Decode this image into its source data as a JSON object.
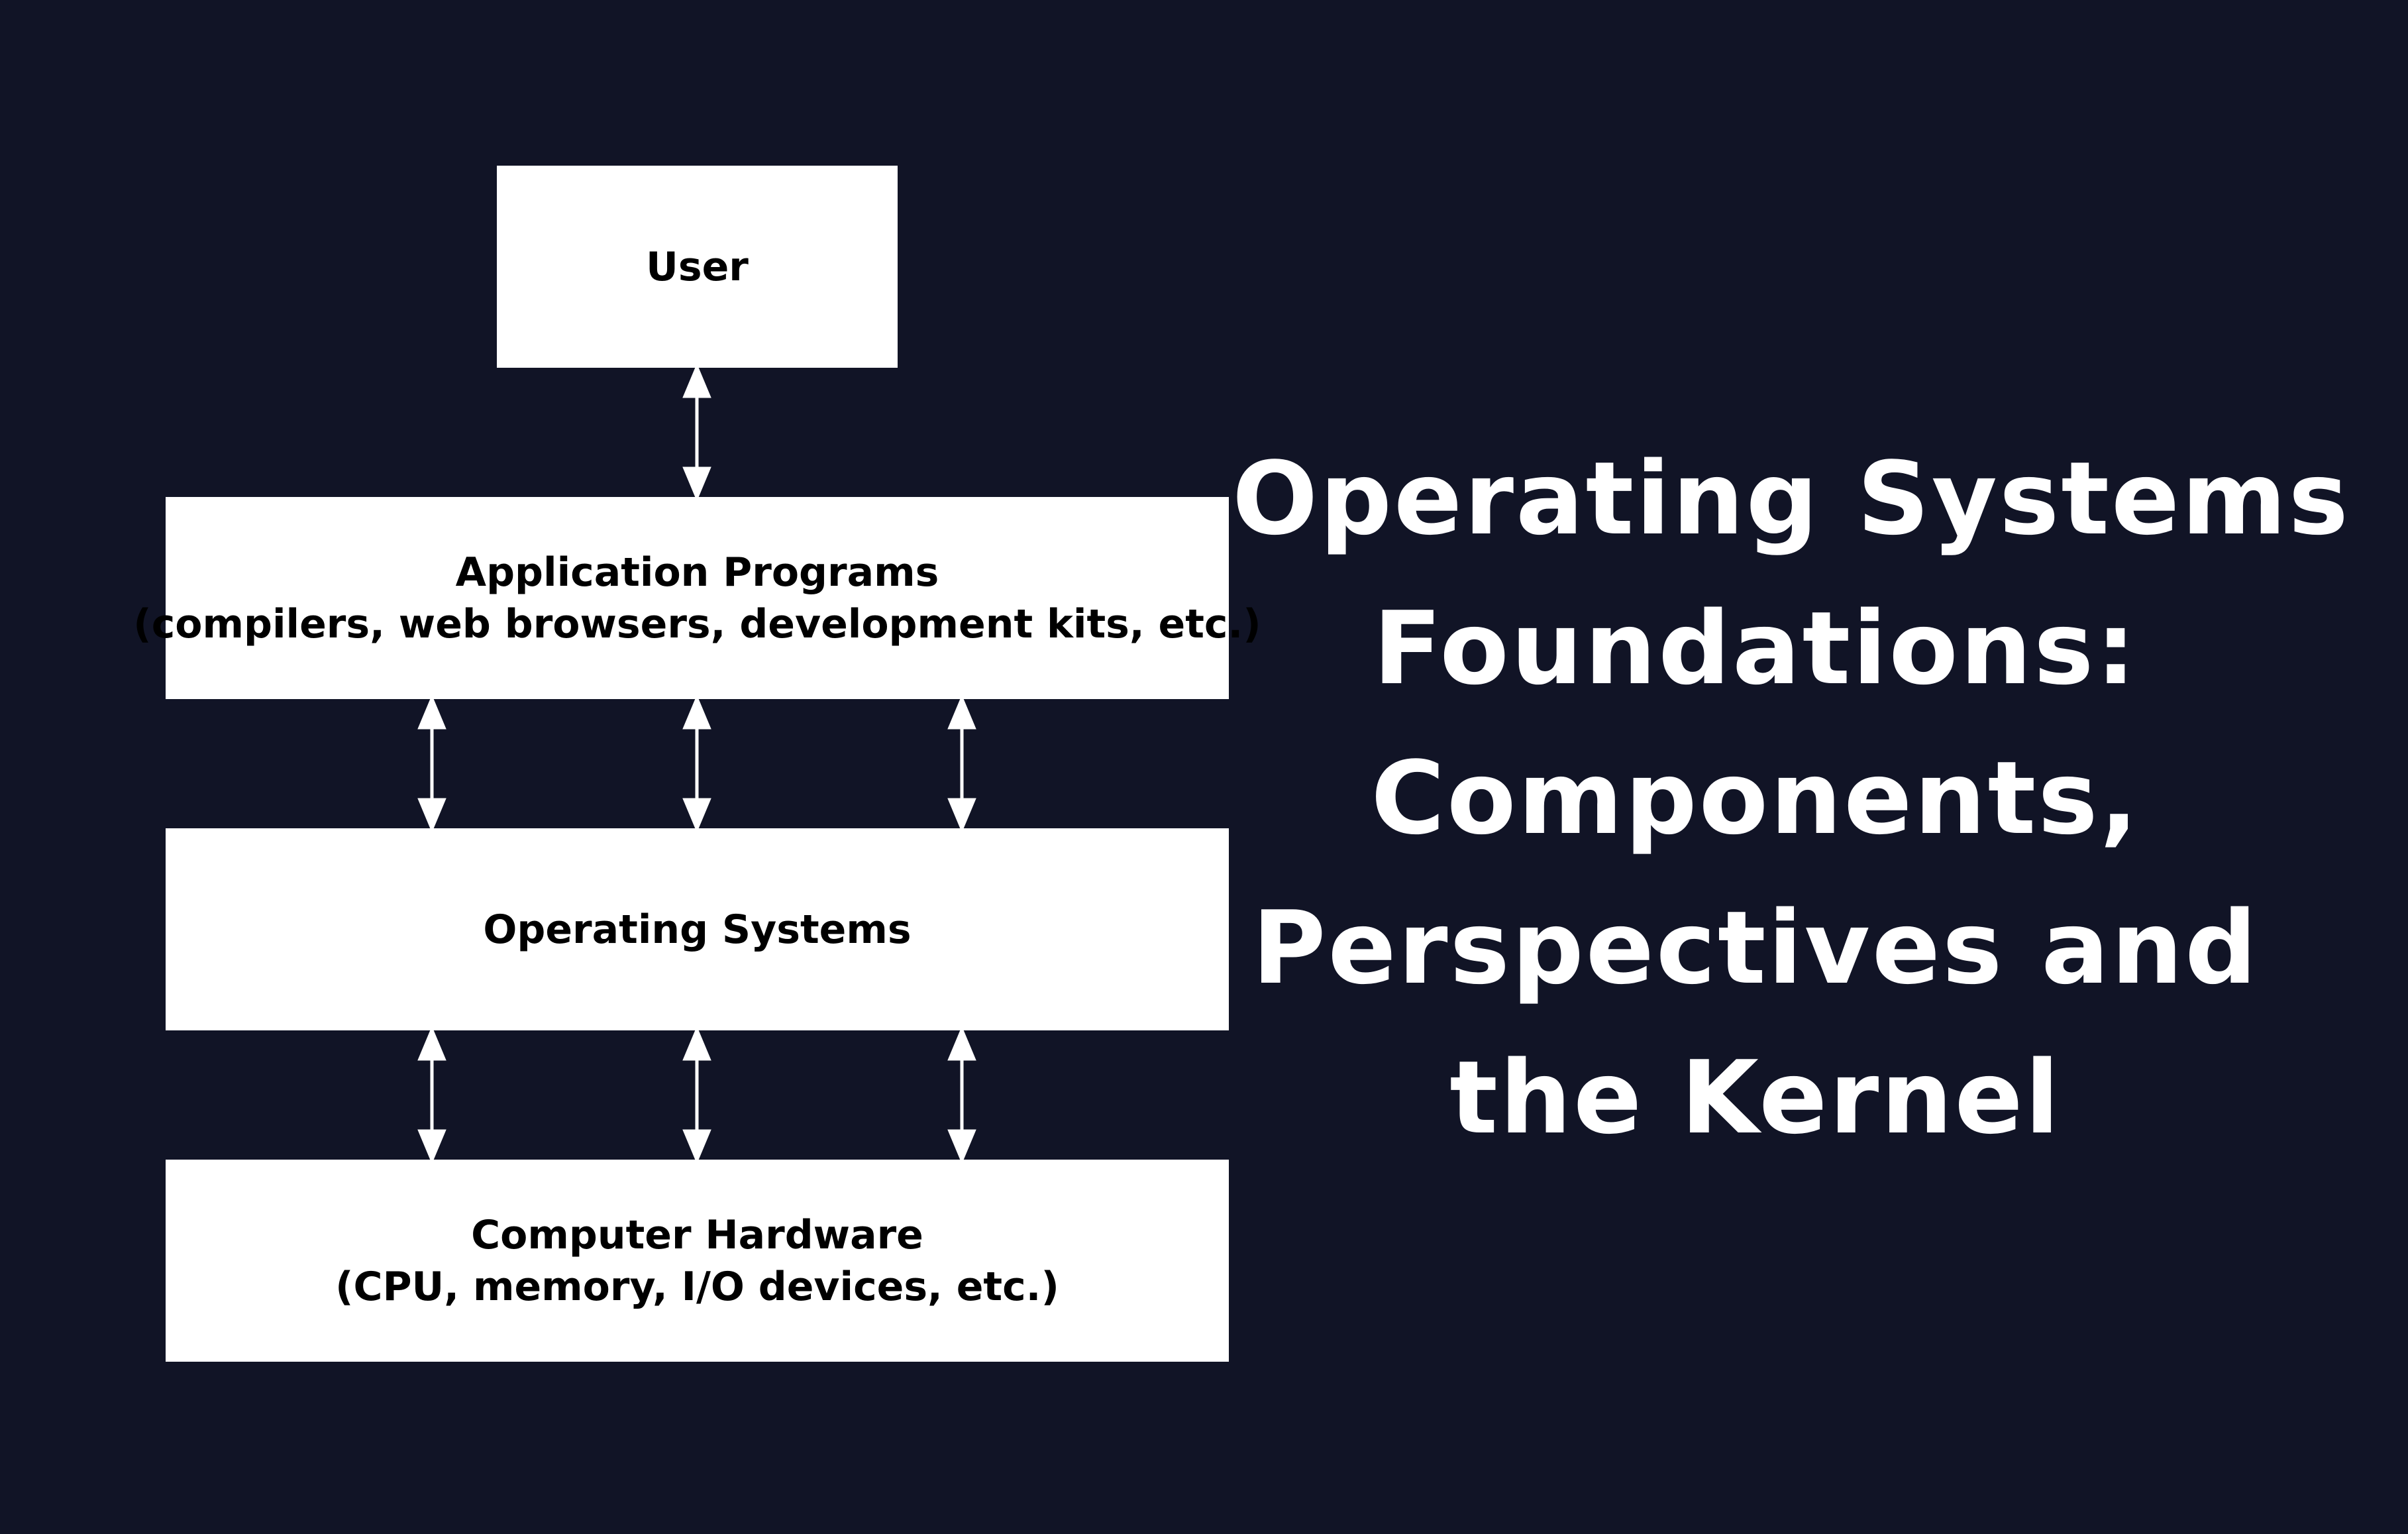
{
  "diagram": {
    "user_box": {
      "label": "User"
    },
    "apps_box": {
      "label": "Application Programs",
      "sublabel": "(compilers, web browsers, development kits, etc.)"
    },
    "os_box": {
      "label": "Operating Systems"
    },
    "hardware_box": {
      "label": "Computer Hardware",
      "sublabel": "(CPU, memory, I/O devices, etc.)"
    }
  },
  "title": {
    "lines": [
      "Operating Systems",
      "Foundations:",
      "Components,",
      "Perspectives and",
      "the Kernel"
    ]
  },
  "colors": {
    "background": "#111426",
    "box": "#ffffff",
    "arrow": "#ffffff",
    "title_text": "#ffffff"
  }
}
